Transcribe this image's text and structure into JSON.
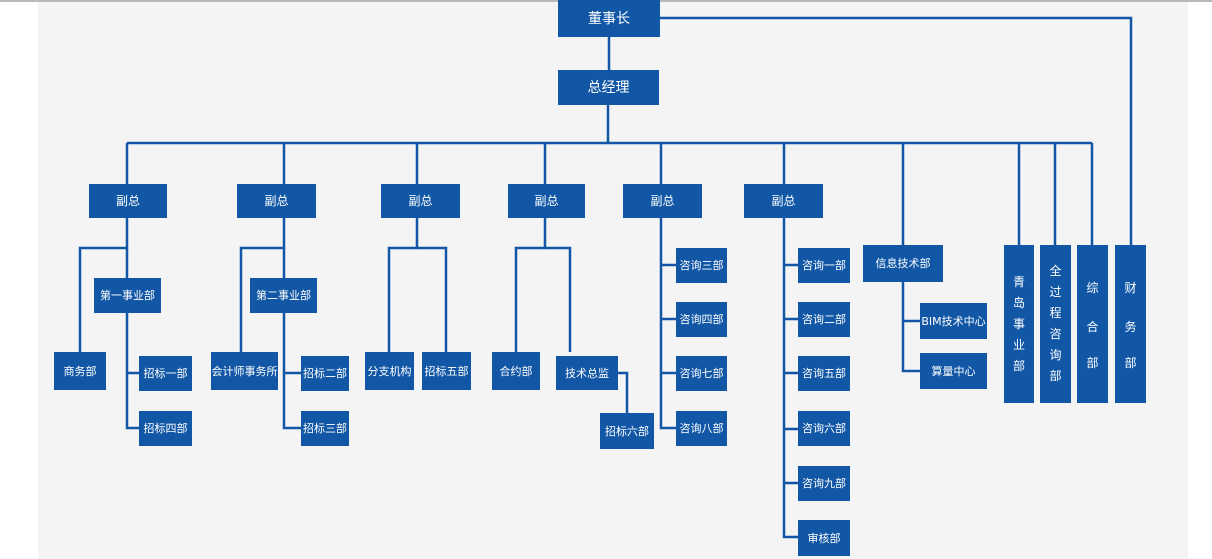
{
  "chairman": "董事长",
  "general_manager": "总经理",
  "vice_presidents": [
    "副总",
    "副总",
    "副总",
    "副总",
    "副总",
    "副总"
  ],
  "div1": "第一事业部",
  "div2": "第二事业部",
  "business": "商务部",
  "bid1": "招标一部",
  "bid4": "招标四部",
  "accounting": "会计师事务所",
  "bid2": "招标二部",
  "bid3": "招标三部",
  "branch": "分支机构",
  "bid5": "招标五部",
  "contract": "合约部",
  "tech_director": "技术总监",
  "bid6": "招标六部",
  "consult3": "咨询三部",
  "consult4": "咨询四部",
  "consult7": "咨询七部",
  "consult8": "咨询八部",
  "consult1": "咨询一部",
  "consult2": "咨询二部",
  "consult5": "咨询五部",
  "consult6": "咨询六部",
  "consult9": "咨询九部",
  "audit": "审核部",
  "it_dept": "信息技术部",
  "bim": "BIM技术中心",
  "cost": "算量中心",
  "qingdao": [
    "青",
    "岛",
    "事",
    "业",
    "部"
  ],
  "whole_process": [
    "全",
    "过",
    "程",
    "咨",
    "询",
    "部"
  ],
  "general_affairs": [
    "综",
    "合",
    "部"
  ],
  "finance": [
    "财",
    "务",
    "部"
  ],
  "colors": {
    "box": "#1257a6",
    "line": "#1257a6",
    "background": "#f4f4f4"
  }
}
